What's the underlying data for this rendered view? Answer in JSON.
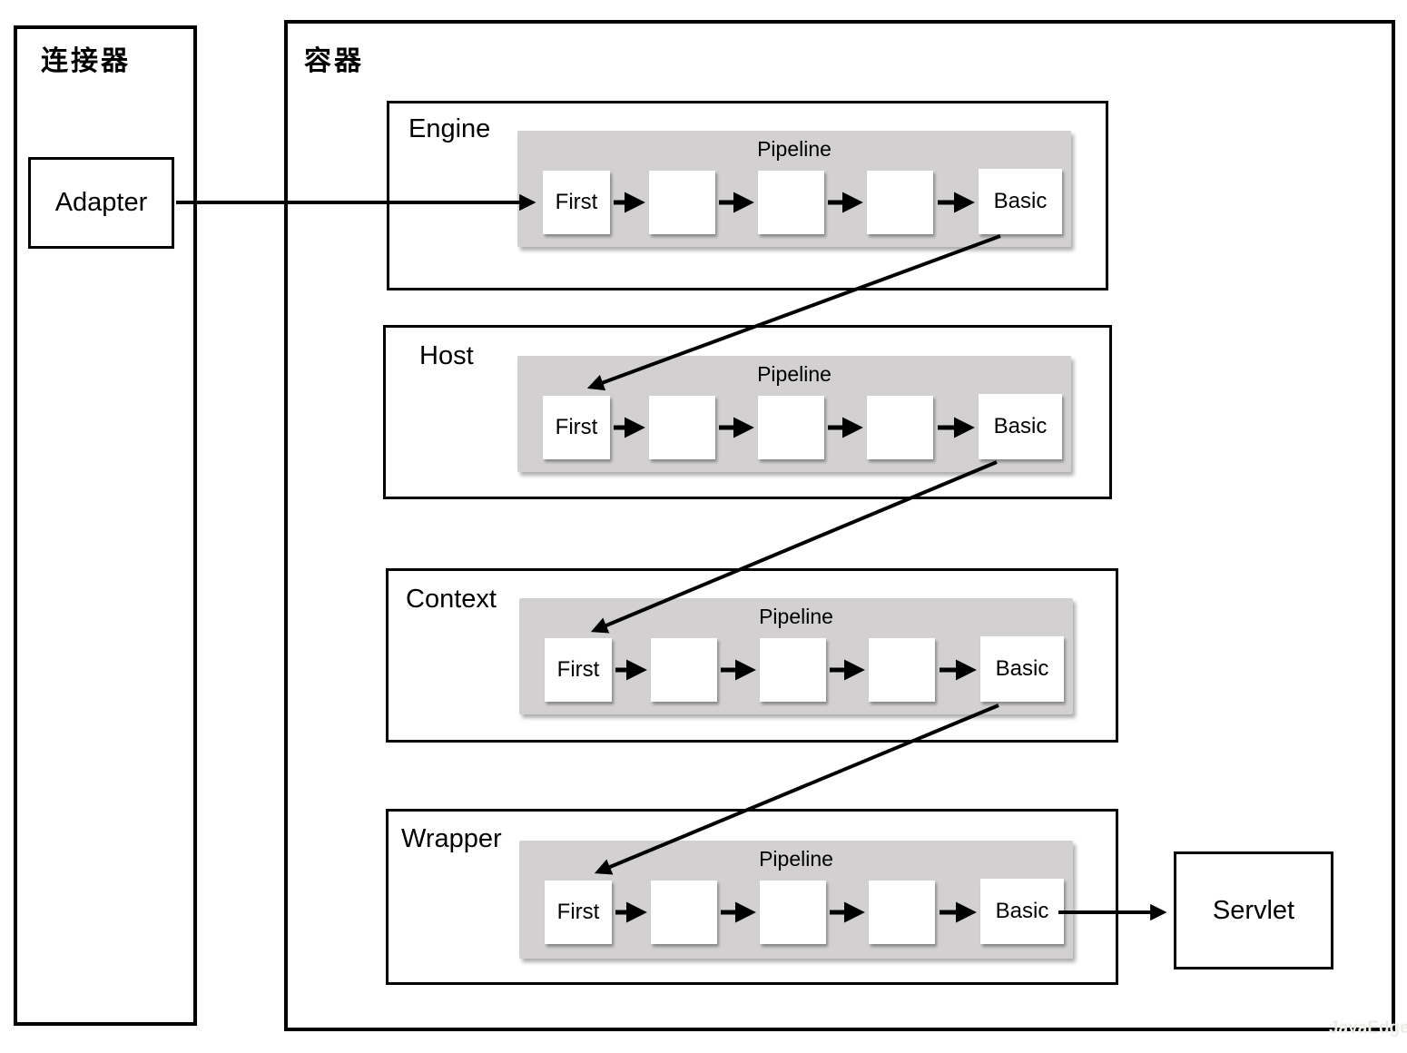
{
  "connector": {
    "title": "连接器",
    "adapter_label": "Adapter"
  },
  "container": {
    "title": "容器"
  },
  "servlet": {
    "label": "Servlet"
  },
  "watermark": "JavaEdge",
  "pipelines": [
    {
      "name": "Engine",
      "pipeline_label": "Pipeline",
      "valves": [
        "First",
        "",
        "",
        "",
        "Basic"
      ]
    },
    {
      "name": "Host",
      "pipeline_label": "Pipeline",
      "valves": [
        "First",
        "",
        "",
        "",
        "Basic"
      ]
    },
    {
      "name": "Context",
      "pipeline_label": "Pipeline",
      "valves": [
        "First",
        "",
        "",
        "",
        "Basic"
      ]
    },
    {
      "name": "Wrapper",
      "pipeline_label": "Pipeline",
      "valves": [
        "First",
        "",
        "",
        "",
        "Basic"
      ]
    }
  ],
  "colors": {
    "pipeline_bg": "#d2d0d0",
    "line": "#000000",
    "background": "#ffffff"
  }
}
